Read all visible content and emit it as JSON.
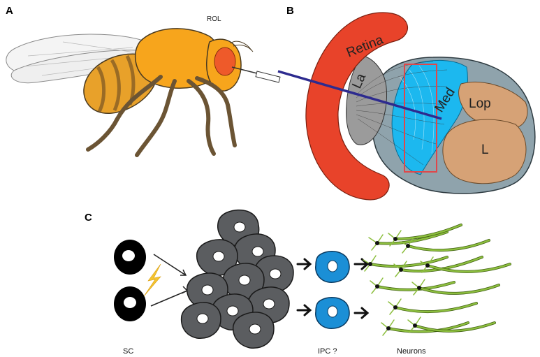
{
  "panels": {
    "a": {
      "letter": "A",
      "rol_label": "ROL"
    },
    "b": {
      "letter": "B",
      "regions": {
        "retina": "Retina",
        "lamina": "La",
        "medulla": "Med",
        "lobula_plate": "Lop",
        "lobula": "L"
      }
    },
    "c": {
      "letter": "C",
      "sc_label": "SC",
      "ipc_label": "IPC ?",
      "neurons_label": "Neurons"
    }
  },
  "colors": {
    "retina": "#e8432a",
    "lamina": "#9b9b9b",
    "optic_lobe": "#8fa3ac",
    "medulla": "#1cb8ef",
    "lobe_tan": "#d6a276",
    "fly_body": "#f7a51c",
    "fly_legs": "#6b5434",
    "eye": "#ee5a2a",
    "probe": "#2d2b8f",
    "highlight_box": "#e0474a",
    "stem_cell": "#000000",
    "progenitor": "#5b5d60",
    "ipc": "#1b8fd6",
    "neuron": "#8dbf3f",
    "bolt": "#f4c430"
  }
}
